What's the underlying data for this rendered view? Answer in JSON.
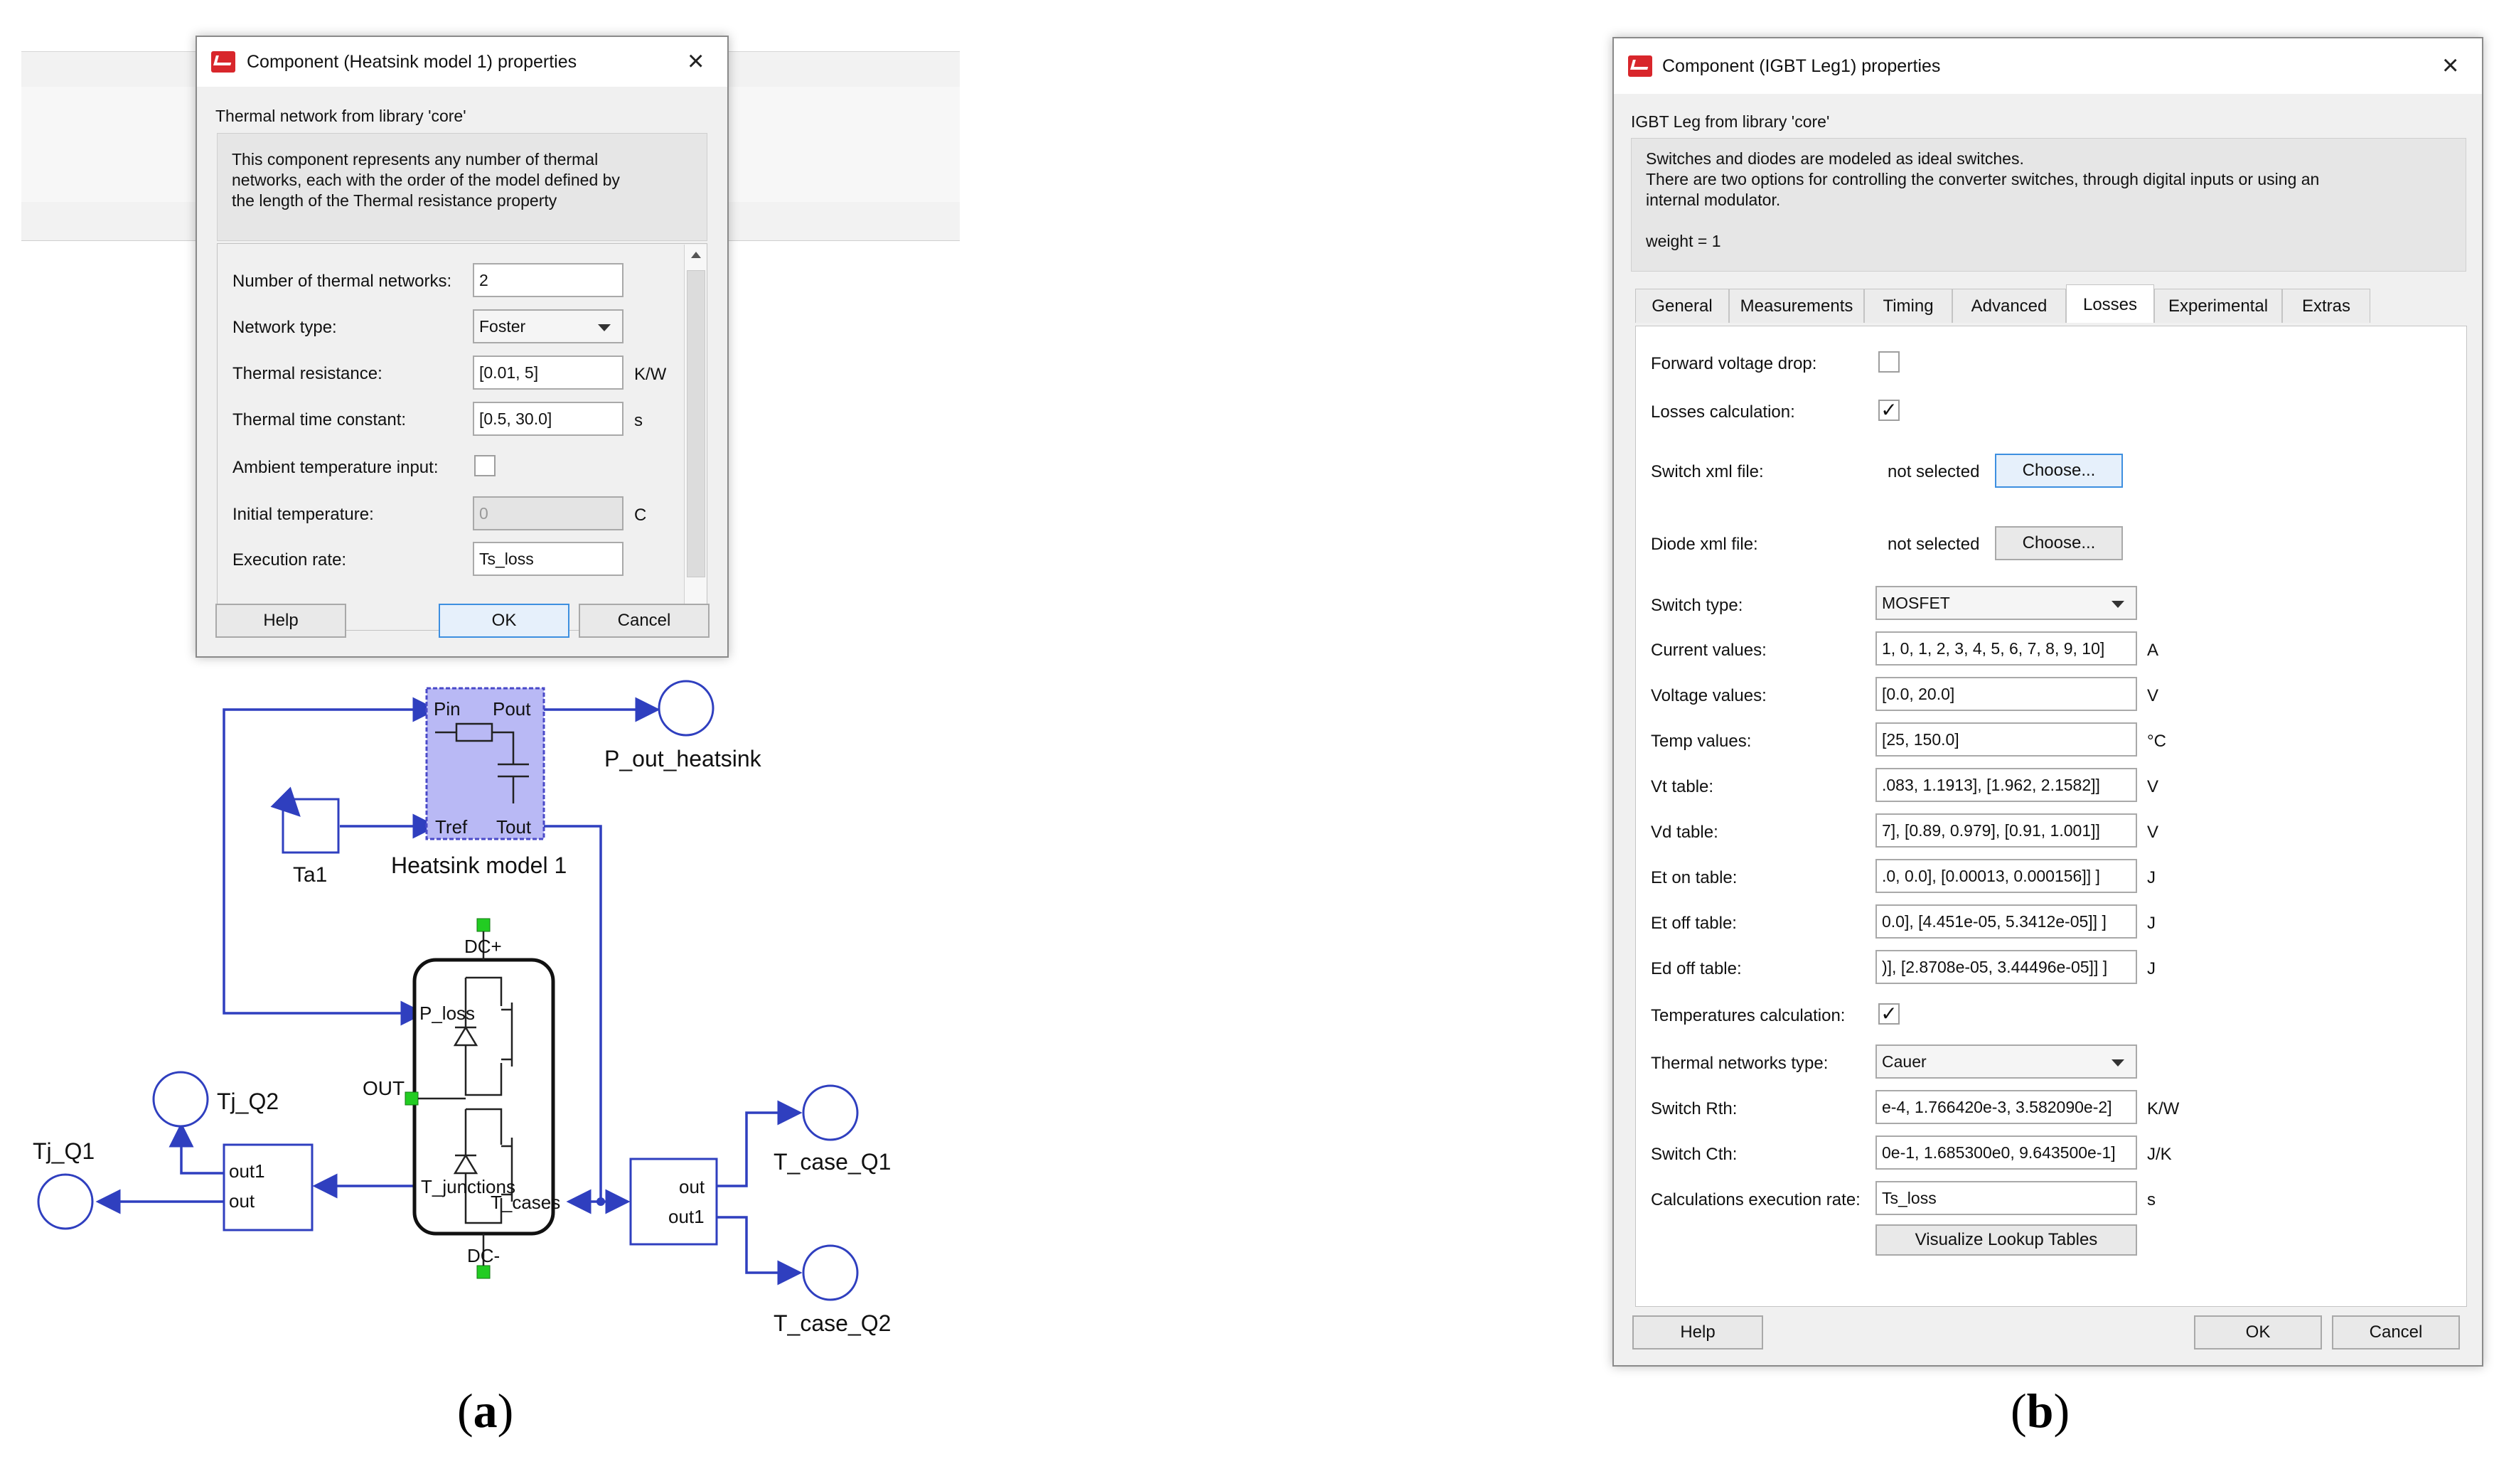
{
  "captions": {
    "a_open": "(",
    "a_letter": "a",
    "a_close": ")",
    "b_open": "(",
    "b_letter": "b",
    "b_close": ")"
  },
  "heatsink_dialog": {
    "title": "Component (Heatsink model 1) properties",
    "library_line": "Thermal network from library 'core'",
    "description": [
      "This component represents any number of thermal",
      "networks, each with the order of the model defined by",
      "the length of the Thermal resistance property"
    ],
    "params": {
      "num_networks": {
        "label": "Number of thermal networks:",
        "value": "2"
      },
      "network_type": {
        "label": "Network type:",
        "value": "Foster"
      },
      "thermal_resistance": {
        "label": "Thermal resistance:",
        "value": "[0.01, 5]",
        "unit": "K/W"
      },
      "thermal_time_constant": {
        "label": "Thermal time constant:",
        "value": "[0.5, 30.0]",
        "unit": "s"
      },
      "ambient_input": {
        "label": "Ambient temperature input:",
        "checked": false
      },
      "initial_temp": {
        "label": "Initial temperature:",
        "value": "0",
        "unit": "C"
      },
      "execution_rate": {
        "label": "Execution rate:",
        "value": "Ts_loss"
      }
    },
    "buttons": {
      "help": "Help",
      "ok": "OK",
      "cancel": "Cancel"
    }
  },
  "diagram": {
    "heatsink_block": {
      "label": "Heatsink model 1",
      "pin": "Pin",
      "pout": "Pout",
      "tref": "Tref",
      "tout": "Tout"
    },
    "p_out_heatsink": "P_out_heatsink",
    "ta1": "Ta1",
    "igbt": {
      "dcp": "DC+",
      "dcm": "DC-",
      "ploss": "P_loss",
      "out": "OUT",
      "tjunctions": "T_junctions",
      "tcases": "T_cases"
    },
    "tj_q1": "Tj_Q1",
    "tj_q2": "Tj_Q2",
    "left_demux": {
      "out1": "out1",
      "out": "out"
    },
    "right_demux": {
      "out": "out",
      "out1": "out1"
    },
    "t_case_q1": "T_case_Q1",
    "t_case_q2": "T_case_Q2"
  },
  "igbt_dialog": {
    "title": "Component (IGBT Leg1) properties",
    "library_line": "IGBT Leg from library 'core'",
    "description": [
      "Switches and diodes are modeled as ideal switches.",
      "There are two options for controlling the converter switches, through digital inputs or using an",
      "internal modulator.",
      "",
      "weight = 1"
    ],
    "tabs": [
      "General",
      "Measurements",
      "Timing",
      "Advanced",
      "Losses",
      "Experimental",
      "Extras"
    ],
    "active_tab": "Losses",
    "fields": {
      "forward_voltage_drop": {
        "label": "Forward voltage drop:",
        "checked": false
      },
      "losses_calculation": {
        "label": "Losses calculation:",
        "checked": true,
        "mark": "✓"
      },
      "switch_xml": {
        "label": "Switch xml file:",
        "status": "not selected",
        "button": "Choose..."
      },
      "diode_xml": {
        "label": "Diode xml file:",
        "status": "not selected",
        "button": "Choose..."
      },
      "switch_type": {
        "label": "Switch type:",
        "value": "MOSFET"
      },
      "current_values": {
        "label": "Current values:",
        "value": "1, 0, 1, 2, 3, 4, 5, 6, 7, 8, 9, 10]",
        "unit": "A"
      },
      "voltage_values": {
        "label": "Voltage values:",
        "value": "[0.0, 20.0]",
        "unit": "V"
      },
      "temp_values": {
        "label": "Temp values:",
        "value": "[25, 150.0]",
        "unit": "°C"
      },
      "vt_table": {
        "label": "Vt table:",
        "value": ".083, 1.1913], [1.962, 2.1582]]",
        "unit": "V"
      },
      "vd_table": {
        "label": "Vd table:",
        "value": "7], [0.89, 0.979], [0.91, 1.001]]",
        "unit": "V"
      },
      "et_on_table": {
        "label": "Et on table:",
        "value": ".0, 0.0], [0.00013, 0.000156]] ]",
        "unit": "J"
      },
      "et_off_table": {
        "label": "Et off table:",
        "value": "0.0], [4.451e-05, 5.3412e-05]] ]",
        "unit": "J"
      },
      "ed_off_table": {
        "label": "Ed off table:",
        "value": ")], [2.8708e-05, 3.44496e-05]] ]",
        "unit": "J"
      },
      "temperatures_calculation": {
        "label": "Temperatures calculation:",
        "checked": true,
        "mark": "✓"
      },
      "thermal_networks_type": {
        "label": "Thermal networks type:",
        "value": "Cauer"
      },
      "switch_rth": {
        "label": "Switch Rth:",
        "value": "e-4, 1.766420e-3, 3.582090e-2]",
        "unit": "K/W"
      },
      "switch_cth": {
        "label": "Switch Cth:",
        "value": "0e-1, 1.685300e0, 9.643500e-1]",
        "unit": "J/K"
      },
      "calc_rate": {
        "label": "Calculations execution rate:",
        "value": "Ts_loss",
        "unit": "s"
      },
      "visualize_button": "Visualize Lookup Tables"
    },
    "buttons": {
      "help": "Help",
      "ok": "OK",
      "cancel": "Cancel"
    }
  },
  "colors": {
    "wire": "#2f3fbf",
    "block_fill": "#b9b9f5",
    "port_green": "#22cc22",
    "brand_red": "#d8262b"
  }
}
